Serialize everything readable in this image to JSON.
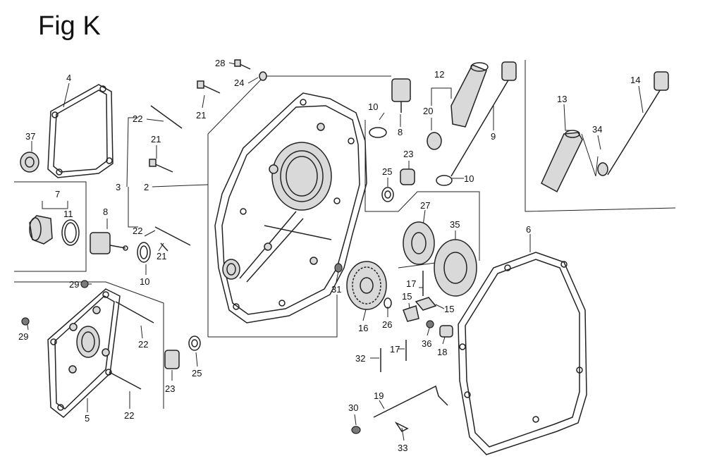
{
  "figure": {
    "title": "Fig K",
    "callouts": [
      {
        "id": "c28",
        "text": "28"
      },
      {
        "id": "c24",
        "text": "24"
      },
      {
        "id": "c21a",
        "text": "21"
      },
      {
        "id": "c4",
        "text": "4"
      },
      {
        "id": "c22a",
        "text": "22"
      },
      {
        "id": "c21b",
        "text": "21"
      },
      {
        "id": "c37",
        "text": "37"
      },
      {
        "id": "c3",
        "text": "3"
      },
      {
        "id": "c2",
        "text": "2"
      },
      {
        "id": "c7",
        "text": "7"
      },
      {
        "id": "c11",
        "text": "11"
      },
      {
        "id": "c8a",
        "text": "8"
      },
      {
        "id": "c22b",
        "text": "22"
      },
      {
        "id": "c21c",
        "text": "21"
      },
      {
        "id": "c10a",
        "text": "10"
      },
      {
        "id": "c29a",
        "text": "29"
      },
      {
        "id": "c29b",
        "text": "29"
      },
      {
        "id": "c22c",
        "text": "22"
      },
      {
        "id": "c22d",
        "text": "22"
      },
      {
        "id": "c5",
        "text": "5"
      },
      {
        "id": "c23a",
        "text": "23"
      },
      {
        "id": "c25a",
        "text": "25"
      },
      {
        "id": "c10b",
        "text": "10"
      },
      {
        "id": "c8b",
        "text": "8"
      },
      {
        "id": "c12",
        "text": "12"
      },
      {
        "id": "c20",
        "text": "20"
      },
      {
        "id": "c9",
        "text": "9"
      },
      {
        "id": "c23b",
        "text": "23"
      },
      {
        "id": "c25b",
        "text": "25"
      },
      {
        "id": "c10c",
        "text": "10"
      },
      {
        "id": "c27",
        "text": "27"
      },
      {
        "id": "c35",
        "text": "35"
      },
      {
        "id": "c31",
        "text": "31"
      },
      {
        "id": "c16",
        "text": "16"
      },
      {
        "id": "c26",
        "text": "26"
      },
      {
        "id": "c17a",
        "text": "17"
      },
      {
        "id": "c15a",
        "text": "15"
      },
      {
        "id": "c15b",
        "text": "15"
      },
      {
        "id": "c36",
        "text": "36"
      },
      {
        "id": "c18",
        "text": "18"
      },
      {
        "id": "c32",
        "text": "32"
      },
      {
        "id": "c17b",
        "text": "17"
      },
      {
        "id": "c19",
        "text": "19"
      },
      {
        "id": "c30",
        "text": "30"
      },
      {
        "id": "c33",
        "text": "33"
      },
      {
        "id": "c6",
        "text": "6"
      },
      {
        "id": "c14",
        "text": "14"
      },
      {
        "id": "c13",
        "text": "13"
      },
      {
        "id": "c34",
        "text": "34"
      }
    ]
  }
}
